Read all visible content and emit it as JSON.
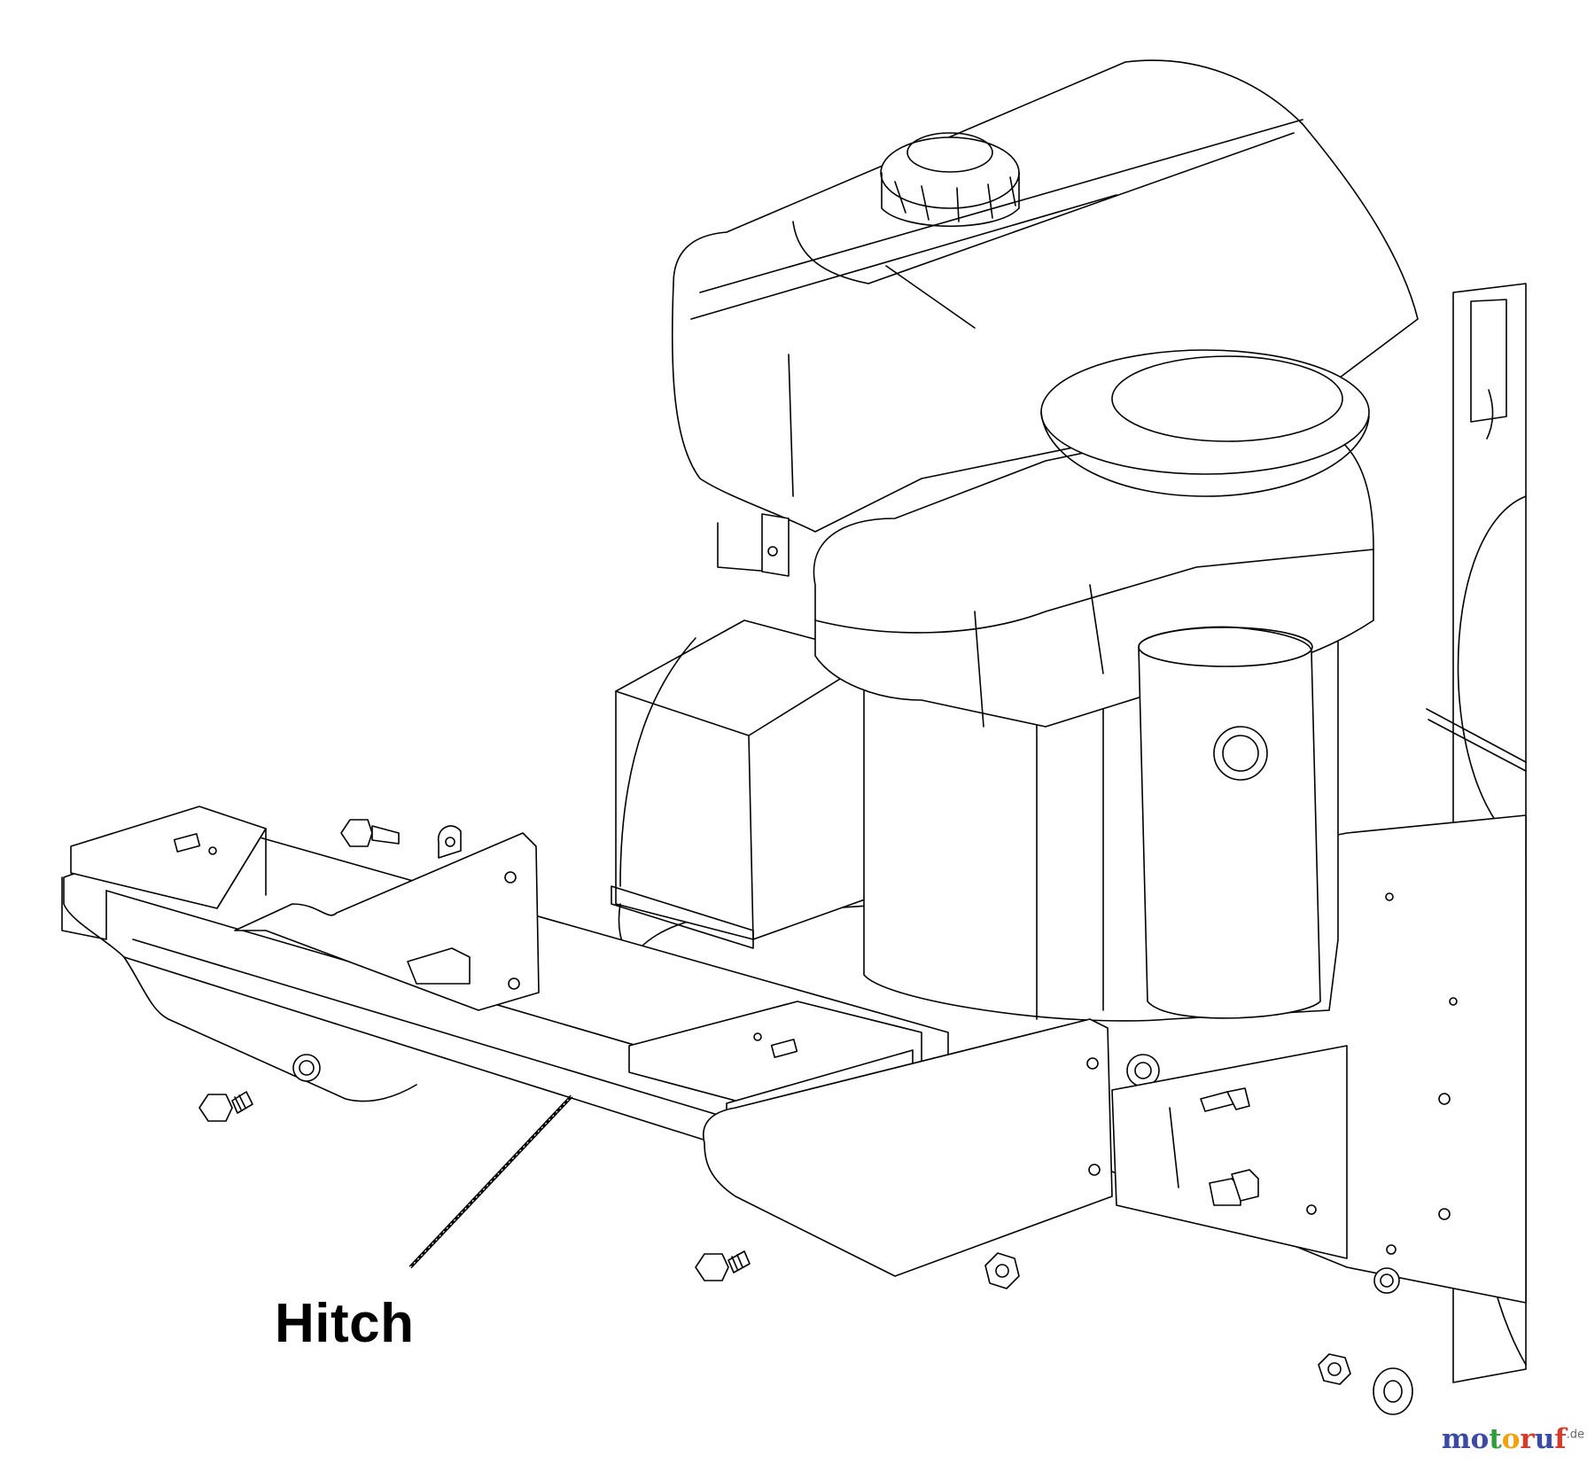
{
  "callouts": [
    {
      "label": "Hitch"
    }
  ],
  "watermark": {
    "chars": [
      {
        "ch": "m",
        "color": "#3b4aa5"
      },
      {
        "ch": "o",
        "color": "#3b4aa5"
      },
      {
        "ch": "t",
        "color": "#2e9e3a"
      },
      {
        "ch": "o",
        "color": "#f2a20c"
      },
      {
        "ch": "r",
        "color": "#d63b2a"
      },
      {
        "ch": "u",
        "color": "#3b4aa5"
      },
      {
        "ch": "f",
        "color": "#d63b2a"
      }
    ],
    "suffix": ".de"
  }
}
